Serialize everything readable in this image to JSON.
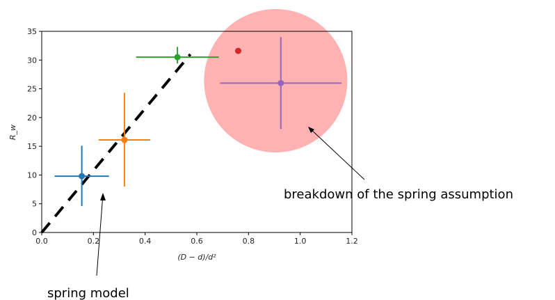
{
  "chart_data": {
    "type": "scatter",
    "xlabel": "(D − d)/d²",
    "ylabel": "R_w",
    "xlim": [
      0.0,
      1.2
    ],
    "ylim": [
      0,
      35
    ],
    "xticks": [
      "0.0",
      "0.2",
      "0.4",
      "0.6",
      "0.8",
      "1.0",
      "1.2"
    ],
    "yticks": [
      "0",
      "5",
      "10",
      "15",
      "20",
      "25",
      "30",
      "35"
    ],
    "grid": false,
    "points": [
      {
        "x": 0.155,
        "y": 9.8,
        "xerr": [
          0.105,
          0.105
        ],
        "yerr": [
          5.2,
          5.3
        ],
        "color": "#1f77b4"
      },
      {
        "x": 0.32,
        "y": 16.1,
        "xerr": [
          0.1,
          0.1
        ],
        "yerr": [
          8.1,
          8.2
        ],
        "color": "#ff7f0e"
      },
      {
        "x": 0.525,
        "y": 30.5,
        "xerr": [
          0.16,
          0.16
        ],
        "yerr": [
          1.1,
          1.8
        ],
        "color": "#2ca02c"
      },
      {
        "x": 0.76,
        "y": 31.6,
        "xerr": [
          0,
          0
        ],
        "yerr": [
          0,
          0
        ],
        "color": "#d62728"
      },
      {
        "x": 0.925,
        "y": 26.0,
        "xerr": [
          0.235,
          0.235
        ],
        "yerr": [
          8.0,
          8.0
        ],
        "color": "#9467bd"
      }
    ],
    "fit_line": {
      "x": [
        0.0,
        0.575
      ],
      "y": [
        0.0,
        31.0
      ],
      "style": "dashed",
      "color": "#000000"
    },
    "highlight_circle": {
      "x": 0.905,
      "y": 26.4,
      "color": "#ffaaaa"
    }
  },
  "annotations": {
    "breakdown": "breakdown of the spring assumption",
    "spring": "spring model"
  }
}
